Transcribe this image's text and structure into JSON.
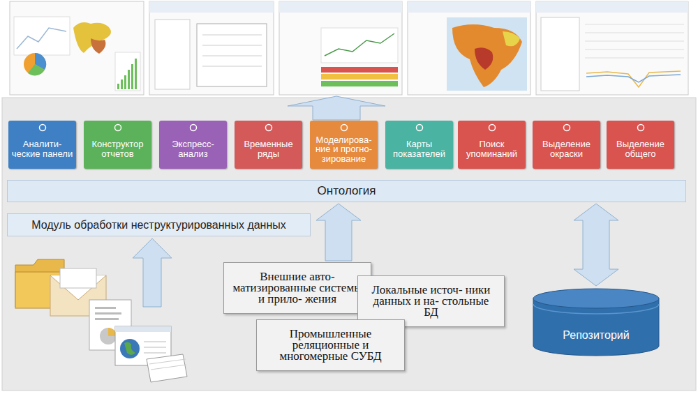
{
  "diagram": {
    "nodes": [
      {
        "text": [
          "Аналити- ческие панели"
        ]
      },
      {
        "text": [
          "Конструктор отчетов"
        ]
      },
      {
        "text": [
          "Экспресс- анализ"
        ]
      },
      {
        "text": [
          "Временные ряды"
        ]
      },
      {
        "text": [
          "Моделирова- ние и прогно- зирование"
        ]
      },
      {
        "text": [
          "Карты показателей"
        ]
      },
      {
        "text": [
          "Поиск упоминаний"
        ]
      },
      {
        "text": [
          "Выделение окраски"
        ]
      },
      {
        "text": [
          "Выделение общего"
        ]
      },
      {
        "text": [
          "Онтология"
        ]
      },
      {
        "text": [
          "Модуль обработки неструктурированных данных"
        ]
      },
      {
        "text": [
          "Внешние авто- матизированные системы и прило- жения"
        ]
      },
      {
        "text": [
          "Локальные источ- ники данных и на- стольные БД"
        ]
      },
      {
        "text": [
          "Промышленные реляционные и многомерные СУБД"
        ]
      },
      {
        "text": [
          "Репозиторий"
        ]
      }
    ],
    "edges": [
      {
        "from": 11,
        "to": 9,
        "arrow": "to"
      },
      {
        "from": 14,
        "to": 9,
        "arrow": "both"
      }
    ]
  }
}
